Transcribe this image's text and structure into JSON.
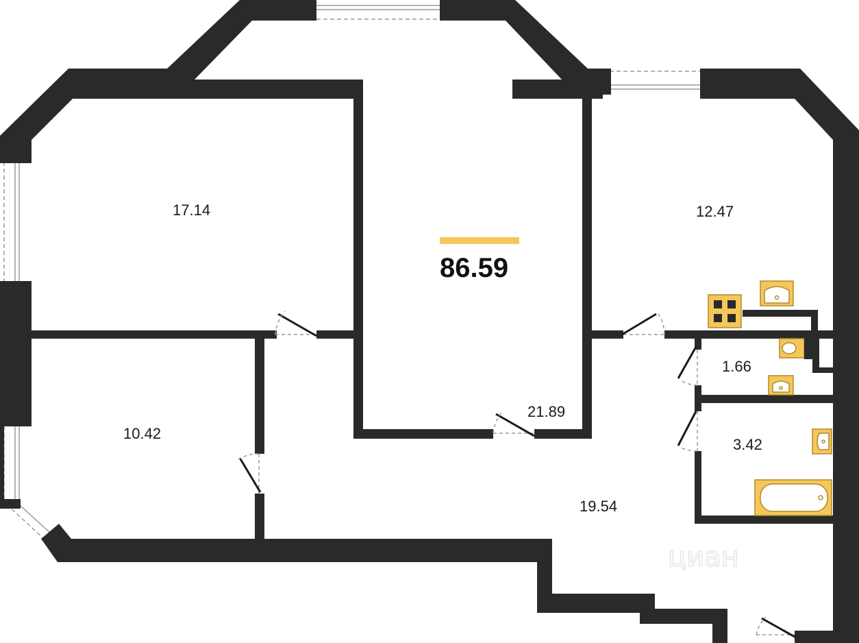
{
  "plan": {
    "total_area": "86.59",
    "rooms": [
      {
        "id": "room-bedroom-1",
        "area": "17.14"
      },
      {
        "id": "room-living",
        "area": "21.89"
      },
      {
        "id": "room-bedroom-2",
        "area": "12.47"
      },
      {
        "id": "room-bedroom-3",
        "area": "10.42"
      },
      {
        "id": "room-hallway",
        "area": "19.54"
      },
      {
        "id": "room-toilet",
        "area": "1.66"
      },
      {
        "id": "room-bathroom",
        "area": "3.42"
      }
    ],
    "watermark": "циан"
  },
  "colors": {
    "wall": "#2a2a2a",
    "accent": "#f5c75b",
    "fixture": "#f5c75b",
    "fixture_stroke": "#b08a2a",
    "window_line": "#9a9a9a"
  }
}
